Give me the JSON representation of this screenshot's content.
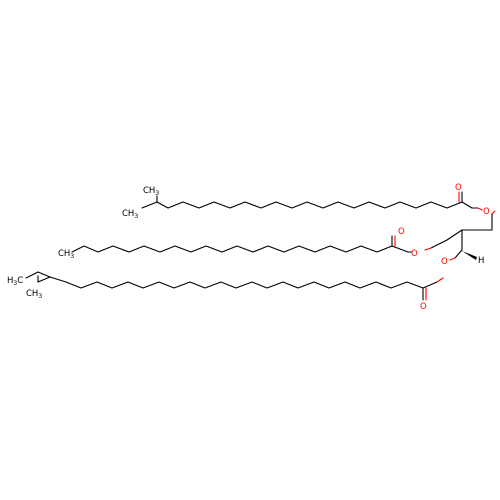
{
  "molecule": {
    "atoms": {
      "o1": "O",
      "o2": "O",
      "o3": "O",
      "o4": "O",
      "o5": "O",
      "o6": "O",
      "h_stereo": "H",
      "me1": "CH",
      "me1_sub": "3",
      "me2": "CH",
      "me2_sub": "3",
      "me3": "CH",
      "me3_sub": "3",
      "me4": "H",
      "me4_c": "C",
      "me4_sub": "3",
      "me5": "CH",
      "me5_sub": "3",
      "me5_h": "H",
      "me5_h_sub": "3",
      "me5_c": "C"
    },
    "colors": {
      "carbon_bond": "#000000",
      "oxygen": "#ff0000",
      "background": "#ffffff"
    }
  }
}
